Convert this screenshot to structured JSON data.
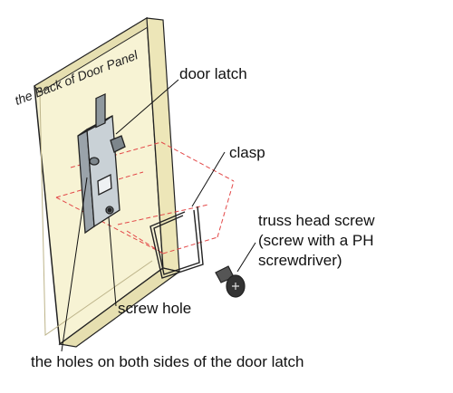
{
  "diagram": {
    "panel_title": "the Back of Door Panel",
    "labels": {
      "door_latch": "door latch",
      "clasp": "clasp",
      "truss_head_screw": "truss head screw",
      "truss_screw_note_1": "(screw with a PH",
      "truss_screw_note_2": "screwdriver)",
      "screw_hole": "screw hole",
      "holes_both_sides": "the holes on both sides of the door latch"
    },
    "colors": {
      "panel_face": "#f7f3d4",
      "panel_edge": "#e6dfb0",
      "latch_body": "#c9d1d6",
      "dash_line": "#e34848",
      "outline": "#222222"
    }
  }
}
